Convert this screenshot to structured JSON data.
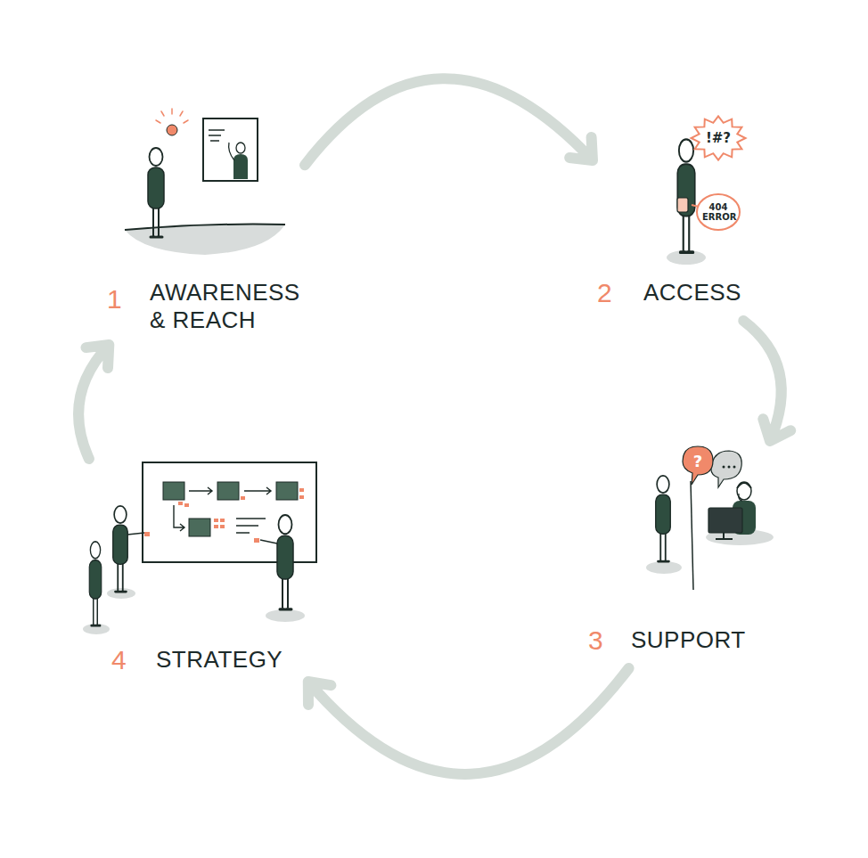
{
  "diagram": {
    "nodes": [
      {
        "text": [
          "1",
          "AWARENESS & REACH"
        ]
      },
      {
        "text": [
          "2",
          "ACCESS"
        ]
      },
      {
        "text": [
          "3",
          "SUPPORT"
        ]
      },
      {
        "text": [
          "4",
          "STRATEGY"
        ]
      }
    ],
    "edges": [
      {
        "from": 0,
        "to": 1,
        "arrow": "to"
      },
      {
        "from": 1,
        "to": 2,
        "arrow": "to"
      },
      {
        "from": 2,
        "to": 3,
        "arrow": "to"
      },
      {
        "from": 3,
        "to": 0,
        "arrow": "to"
      }
    ],
    "labels": [
      "!#?",
      "404 ERROR",
      "?"
    ]
  }
}
